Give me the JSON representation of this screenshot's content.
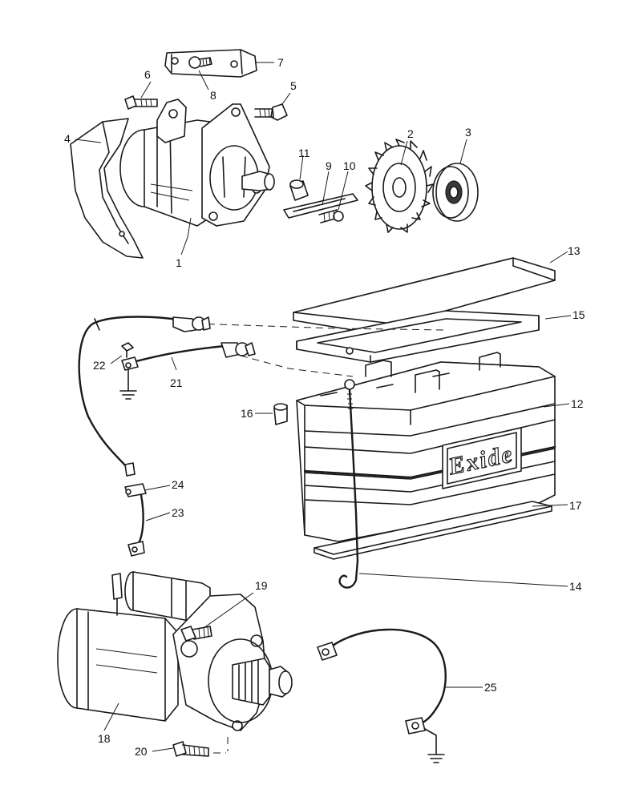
{
  "diagram": {
    "brand_text": "Exide",
    "callouts": {
      "c1": "1",
      "c2": "2",
      "c3": "3",
      "c4": "4",
      "c5": "5",
      "c6": "6",
      "c7": "7",
      "c8": "8",
      "c9": "9",
      "c10": "10",
      "c11": "11",
      "c12": "12",
      "c13": "13",
      "c14": "14",
      "c15": "15",
      "c16": "16",
      "c17": "17",
      "c18": "18",
      "c19": "19",
      "c20": "20",
      "c21": "21",
      "c22": "22",
      "c23": "23",
      "c24": "24",
      "c25": "25"
    }
  }
}
